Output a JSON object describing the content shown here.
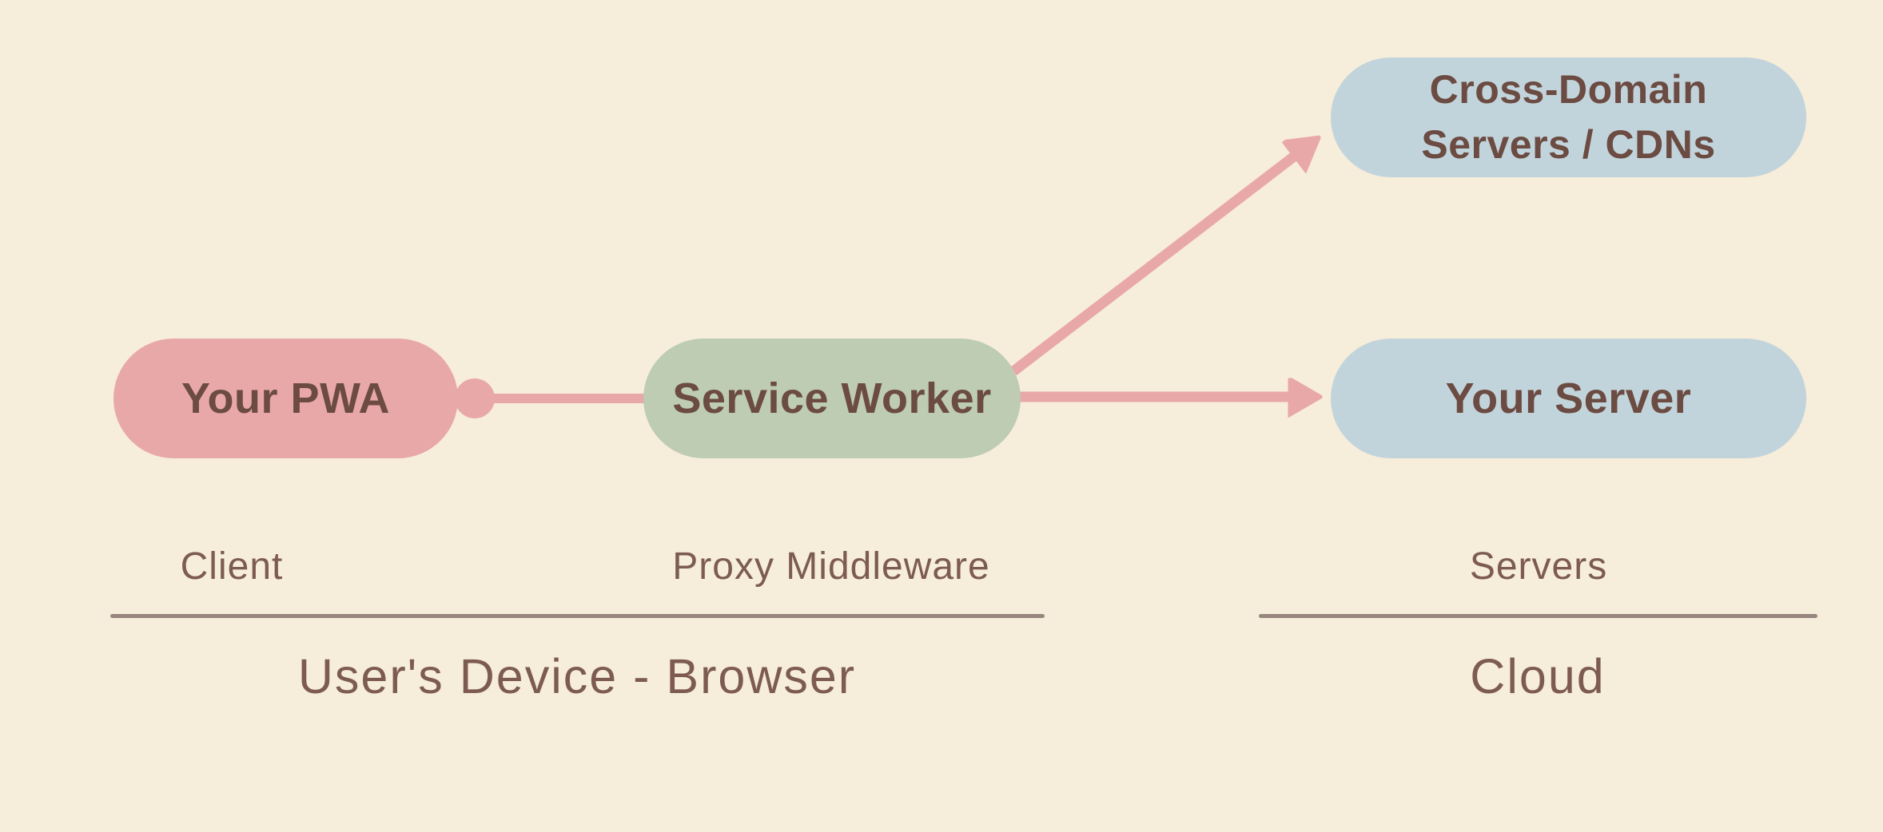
{
  "title": "PWA Service Worker proxy architecture diagram",
  "colors": {
    "background": "#f6eddb",
    "pink": "#e9a8a8",
    "green": "#bdccb2",
    "blue": "#c2d4db",
    "node_text": "#6b4b42",
    "label_text": "#7d5c4f",
    "divider": "#97867e",
    "connector": "#e9a8a8"
  },
  "nodes": {
    "pwa": {
      "label": "Your PWA",
      "color": "#e9a8a8"
    },
    "service_worker": {
      "label": "Service Worker",
      "color": "#bdccb2"
    },
    "cross_domain": {
      "label_line1": "Cross-Domain",
      "label_line2": "Servers / CDNs",
      "color": "#c2d4db"
    },
    "your_server": {
      "label": "Your Server",
      "color": "#c2d4db"
    }
  },
  "connectors": [
    {
      "from": "pwa",
      "to": "service_worker",
      "style": "dot-and-line"
    },
    {
      "from": "service_worker",
      "to": "cross_domain",
      "style": "arrow"
    },
    {
      "from": "service_worker",
      "to": "your_server",
      "style": "arrow"
    }
  ],
  "labels": {
    "client": "Client",
    "proxy_middleware": "Proxy Middleware",
    "servers": "Servers",
    "users_device": "User's Device - Browser",
    "cloud": "Cloud"
  }
}
